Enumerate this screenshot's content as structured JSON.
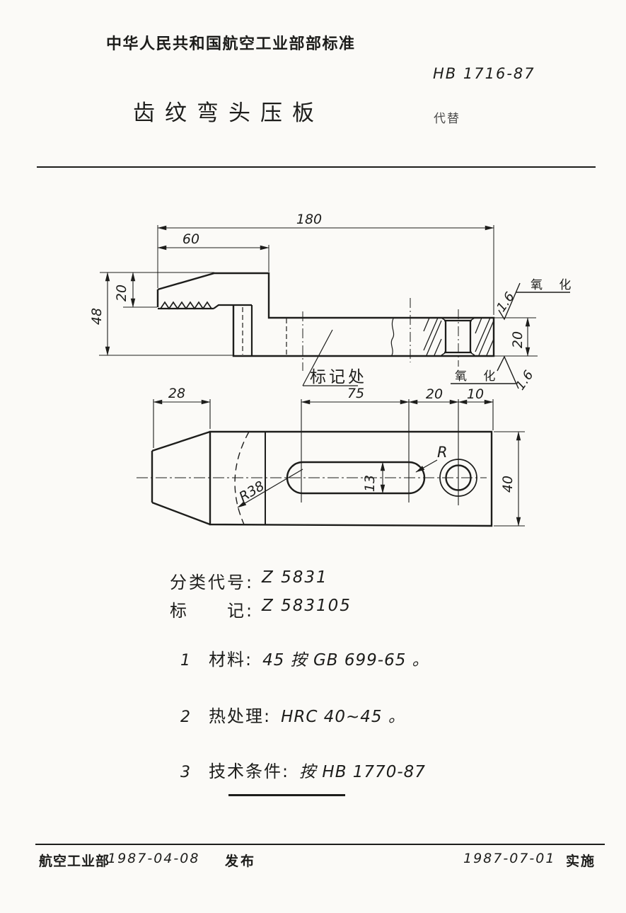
{
  "colors": {
    "ink": "#1d1d1b",
    "paper": "#fbfaf7",
    "faded_print": "#4a4a4a"
  },
  "header": {
    "org": "中华人民共和国航空工业部部标准",
    "standard_no": "HB 1716-87",
    "title": "齿纹弯头压板",
    "replaces_label": "代替"
  },
  "drawing": {
    "side": {
      "d180": "180",
      "d60": "60",
      "d48": "48",
      "d20_head": "20",
      "d20_thick": "20",
      "rough_top": "1.6",
      "rough_bottom": "1.6",
      "oxide_top": "氧 化",
      "oxide_bottom": "氧 化",
      "mark_note": "标记处"
    },
    "mid": {
      "d75": "75",
      "d20": "20",
      "d10": "10"
    },
    "plan": {
      "d28": "28",
      "d40": "40",
      "d13": "13",
      "r38": "R38",
      "r": "R"
    }
  },
  "codes": {
    "class_label": "分类代号:",
    "class_value": "Z 5831",
    "mark_label": "标　　记:",
    "mark_value": "Z 583105"
  },
  "notes": [
    {
      "num": "1",
      "label": "材料:",
      "body": "45  按 GB 699-65 。"
    },
    {
      "num": "2",
      "label": "热处理:",
      "body": "HRC 40~45 。"
    },
    {
      "num": "3",
      "label": "技术条件:",
      "body": "按 HB 1770-87"
    }
  ],
  "footer": {
    "issuer": "航空工业部",
    "issue_date": "1987-04-08",
    "issue_label": "发布",
    "impl_date": "1987-07-01",
    "impl_label": "实施"
  }
}
